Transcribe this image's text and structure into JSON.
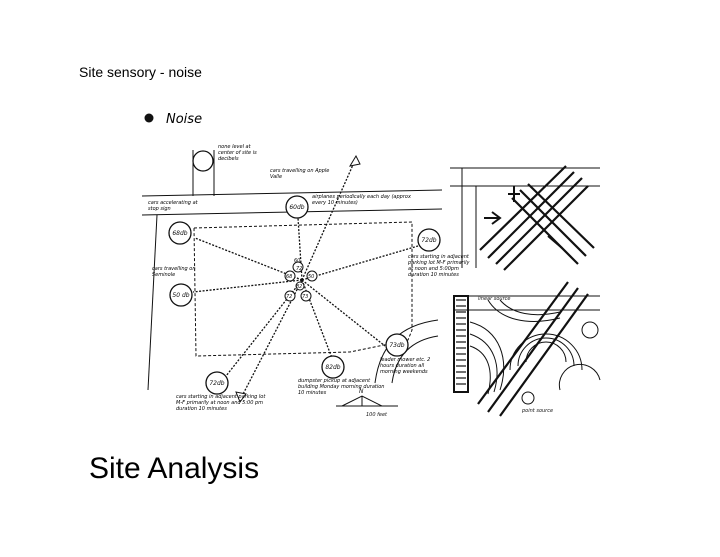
{
  "header": {
    "subtitle": "Site sensory - noise"
  },
  "legend": {
    "label": "Noise"
  },
  "sketch": {
    "ink": "#111111",
    "nodes": [
      {
        "id": "n-none",
        "db": "",
        "note": "none level at center of site is decibels"
      },
      {
        "id": "n-60",
        "db": "60db",
        "note": "cars travelling on Apple Valle"
      },
      {
        "id": "n-68",
        "db": "68db",
        "note": "cars accelerating at stop sign"
      },
      {
        "id": "n-50",
        "db": "50 db",
        "note": "cars travelling on Seminole"
      },
      {
        "id": "n-72a",
        "db": "72db",
        "note": "cars starting in adjacent parking lot M-F primarily at noon and 5:00pm duration 10 minutes"
      },
      {
        "id": "n-73",
        "db": "73db",
        "note": "leader mower etc. 2 hours duration all morning weekends"
      },
      {
        "id": "n-82",
        "db": "82db",
        "note": "dumpster pickup at adjacent building Monday morning duration 10 minutes"
      },
      {
        "id": "n-72b",
        "db": "72db",
        "note": "cars starting in adjacent parking lot M-F primarily at noon and 5:00 pm duration 10 minutes"
      }
    ],
    "airplane_note": "airplanes periodically each day (approx every 10 minutes)",
    "hub_values": [
      "60",
      "68",
      "50",
      "72",
      "73",
      "82",
      "72"
    ],
    "scale_label": "100 feet",
    "north_label": "N",
    "line_source_label": "linear source",
    "point_source_label": "point source"
  },
  "footer": {
    "title": "Site Analysis"
  }
}
